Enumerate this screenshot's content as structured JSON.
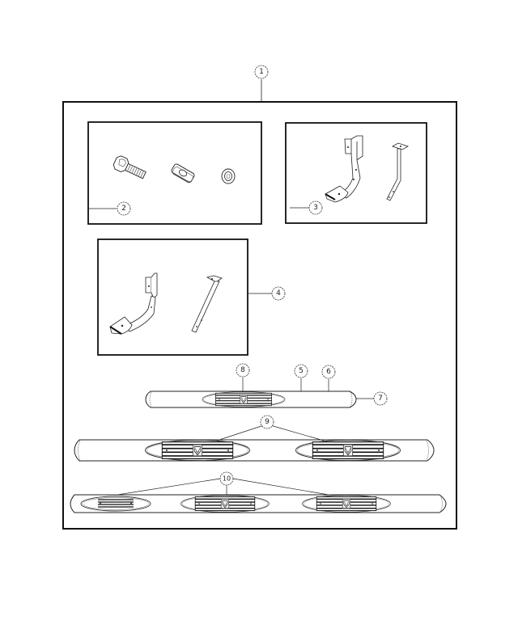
{
  "diagram": {
    "type": "exploded parts diagram",
    "subject": "Running boards / side step kit",
    "callouts": [
      {
        "id": "1",
        "label": "1",
        "part": "step kit assembly (outer frame)"
      },
      {
        "id": "2",
        "label": "2",
        "part": "hardware kit: bolt, slotted nut plate, washer nut"
      },
      {
        "id": "3",
        "label": "3",
        "part": "mounting brackets (set A)"
      },
      {
        "id": "4",
        "label": "4",
        "part": "mounting brackets (set B)"
      },
      {
        "id": "5",
        "label": "5",
        "part": "step tube"
      },
      {
        "id": "6",
        "label": "6",
        "part": "step tube"
      },
      {
        "id": "7",
        "label": "7",
        "part": "end cap"
      },
      {
        "id": "8",
        "label": "8",
        "part": "step pad with ram head logo"
      },
      {
        "id": "9",
        "label": "9",
        "part": "step pads with ram head logo (2)"
      },
      {
        "id": "10",
        "label": "10",
        "part": "step pads (3)"
      }
    ]
  }
}
